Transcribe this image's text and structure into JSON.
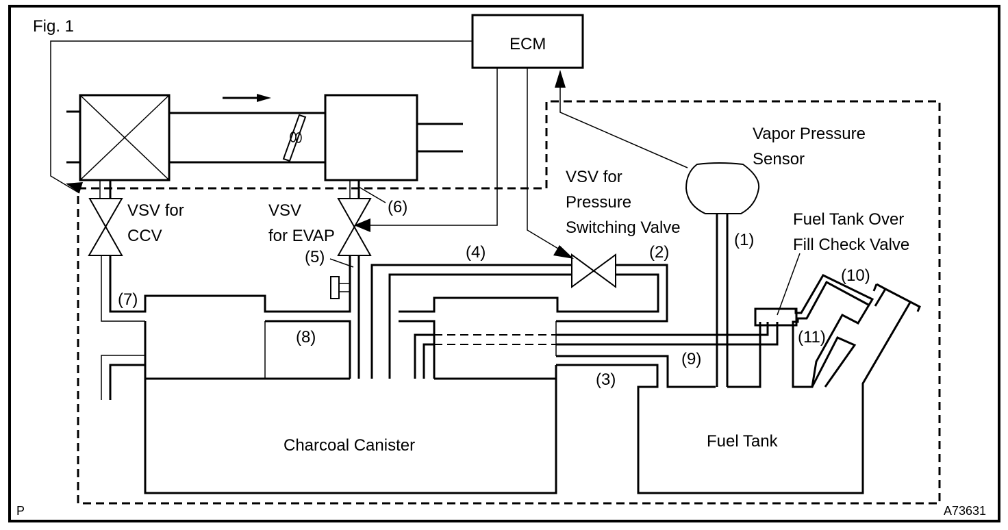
{
  "figure": {
    "title": "Fig. 1",
    "corner_mark": "P",
    "figure_id": "A73631"
  },
  "components": {
    "ecm": "ECM",
    "vapor_pressure_sensor": [
      "Vapor Pressure",
      "Sensor"
    ],
    "vsv_pressure_switching": [
      "VSV for",
      "Pressure",
      "Switching Valve"
    ],
    "vsv_ccv": [
      "VSV for",
      "CCV"
    ],
    "vsv_evap": [
      "VSV",
      "for EVAP"
    ],
    "fill_check_valve": [
      "Fuel Tank Over",
      "Fill Check Valve"
    ],
    "charcoal_canister": "Charcoal Canister",
    "fuel_tank": "Fuel Tank"
  },
  "callouts": {
    "c1": "(1)",
    "c2": "(2)",
    "c3": "(3)",
    "c4": "(4)",
    "c5": "(5)",
    "c6": "(6)",
    "c7": "(7)",
    "c8": "(8)",
    "c9": "(9)",
    "c10": "(10)",
    "c11": "(11)"
  }
}
